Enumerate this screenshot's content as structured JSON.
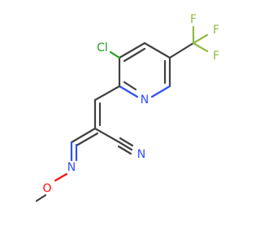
{
  "molecule": {
    "atoms": {
      "chlorine": {
        "symbol": "Cl",
        "color": "#1FA01F"
      },
      "ring_nitrogen": {
        "symbol": "N",
        "color": "#3050F8"
      },
      "nitrile_nitrogen": {
        "symbol": "N",
        "color": "#3050F8"
      },
      "oxime_nitrogen": {
        "symbol": "N",
        "color": "#3050F8"
      },
      "oxygen": {
        "symbol": "O",
        "color": "#FF0D0D"
      },
      "fluorine_1": {
        "symbol": "F",
        "color": "#8FB845"
      },
      "fluorine_2": {
        "symbol": "F",
        "color": "#8FB845"
      },
      "fluorine_3": {
        "symbol": "F",
        "color": "#8FB845"
      }
    }
  }
}
